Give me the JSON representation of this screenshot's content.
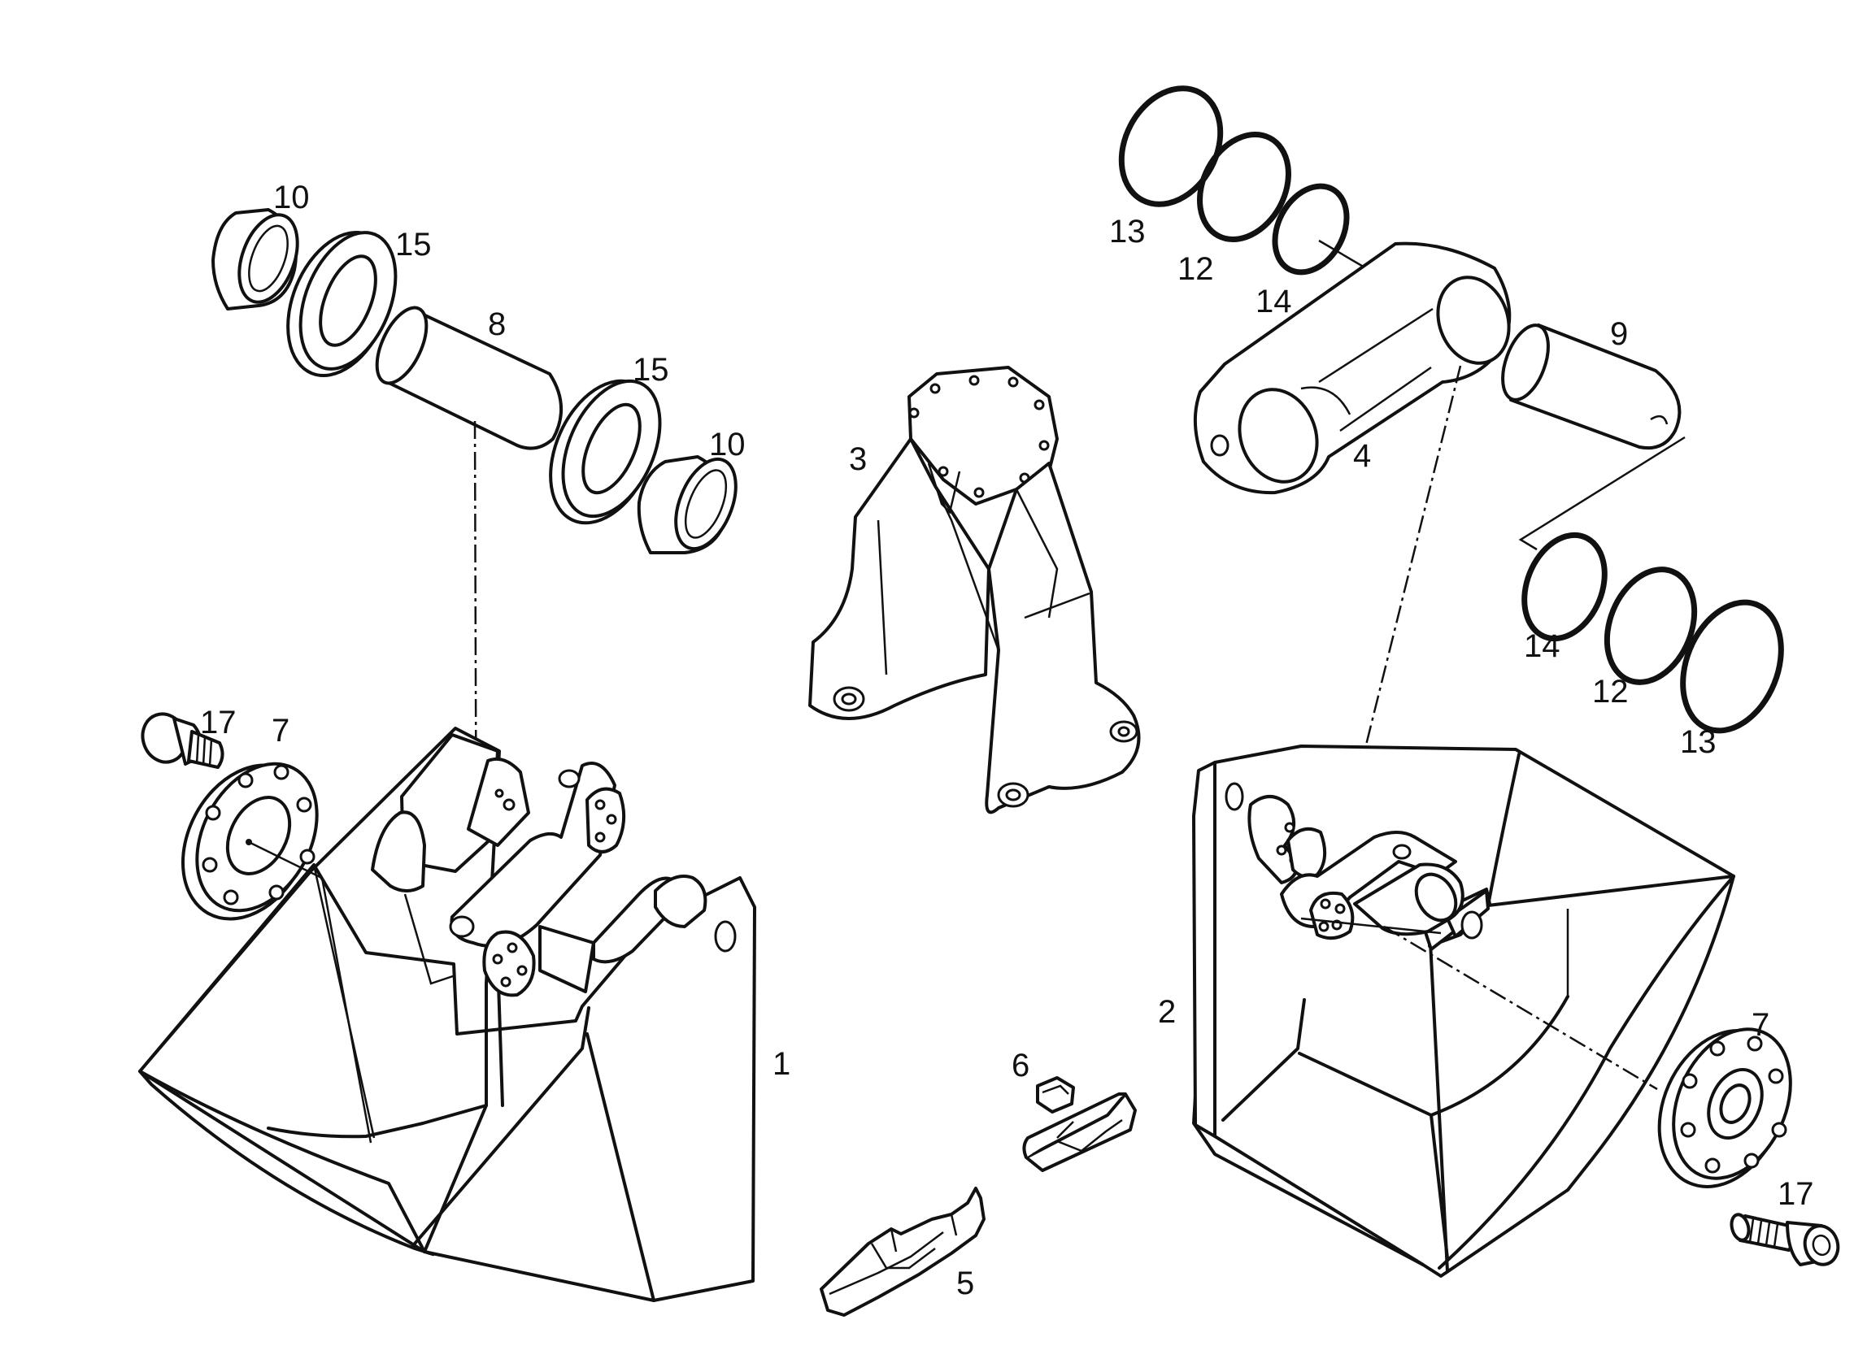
{
  "diagram": {
    "callouts": {
      "bucket_left": "1",
      "bucket_right": "2",
      "bracket": "3",
      "link_arm": "4",
      "tooth": "5",
      "tooth_pin": "6",
      "flange_left": "7",
      "flange_right": "7",
      "pin_left": "8",
      "pin_right": "9",
      "bushing_left_top": "10",
      "bushing_left_bottom": "10",
      "ring12_top": "12",
      "ring12_bottom": "12",
      "ring13_top": "13",
      "ring13_bottom": "13",
      "ring14_top": "14",
      "ring14_bottom": "14",
      "seal_left_top": "15",
      "seal_left_bottom": "15",
      "bolt_left": "17",
      "bolt_right": "17"
    }
  }
}
